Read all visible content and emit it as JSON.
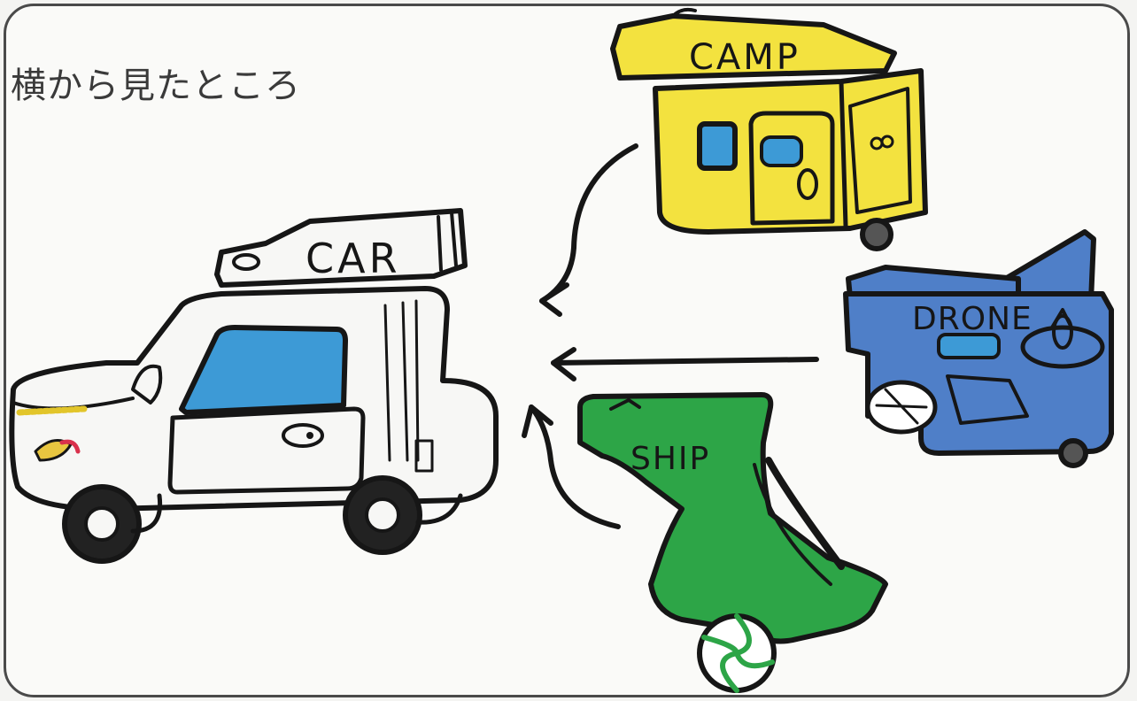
{
  "caption": "横から見たところ",
  "modules": {
    "car": {
      "label": "CAR",
      "color": "#f7f7f5"
    },
    "camp": {
      "label": "CAMP",
      "color": "#f3e23f"
    },
    "drone": {
      "label": "DRONE",
      "color": "#4f7fc8"
    },
    "ship": {
      "label": "SHIP",
      "color": "#2da547"
    }
  },
  "colors": {
    "window_blue": "#3d9ad6",
    "outline": "#161616"
  }
}
